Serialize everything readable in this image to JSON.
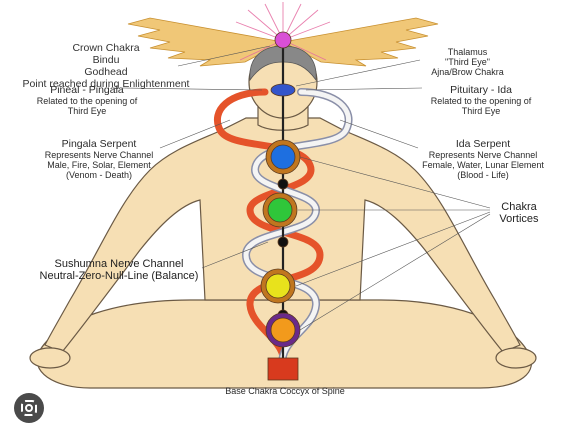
{
  "labels": {
    "crown": [
      "Crown Chakra",
      "Bindu",
      "Godhead",
      "Point reached during Enlightenment"
    ],
    "thalamus": [
      "Thalamus",
      "\"Third Eye\"",
      "Ajna/Brow Chakra"
    ],
    "pineal_title": "Pineal - Pingala",
    "pineal_desc": [
      "Related to the opening of",
      "Third Eye"
    ],
    "pituitary_title": "Pituitary - Ida",
    "pituitary_desc": [
      "Related to the opening of",
      "Third Eye"
    ],
    "pingala_title": "Pingala Serpent",
    "pingala_desc": [
      "Represents Nerve Channel",
      "Male, Fire, Solar, Element",
      "(Venom - Death)"
    ],
    "ida_title": "Ida Serpent",
    "ida_desc": [
      "Represents Nerve Channel",
      "Female, Water, Lunar Element",
      "(Blood - Life)"
    ],
    "chakra_vortices": [
      "Chakra",
      "Vortices"
    ],
    "sushumna": [
      "Sushumna Nerve Channel",
      "Neutral-Zero-Null-Line (Balance)"
    ],
    "base": "Base Chakra Coccyx of Spine"
  },
  "icons": {
    "lens": "google-lens-icon"
  },
  "colors": {
    "skin": "#f6dfb4",
    "skin_outline": "#6b5a45",
    "pingala": "#e5532a",
    "ida": "#f2f2f2",
    "ida_outline": "#8a8fa8",
    "wings": "#e6b15a",
    "rays": "#e56aa0",
    "crown": "#d94fd6",
    "brow": "#3355cc",
    "throat": "#1e6fe0",
    "heart": "#2fc63a",
    "solar": "#e8e21c",
    "sacral": "#f29a1c",
    "root": "#d83a1e",
    "spine": "#222222"
  }
}
